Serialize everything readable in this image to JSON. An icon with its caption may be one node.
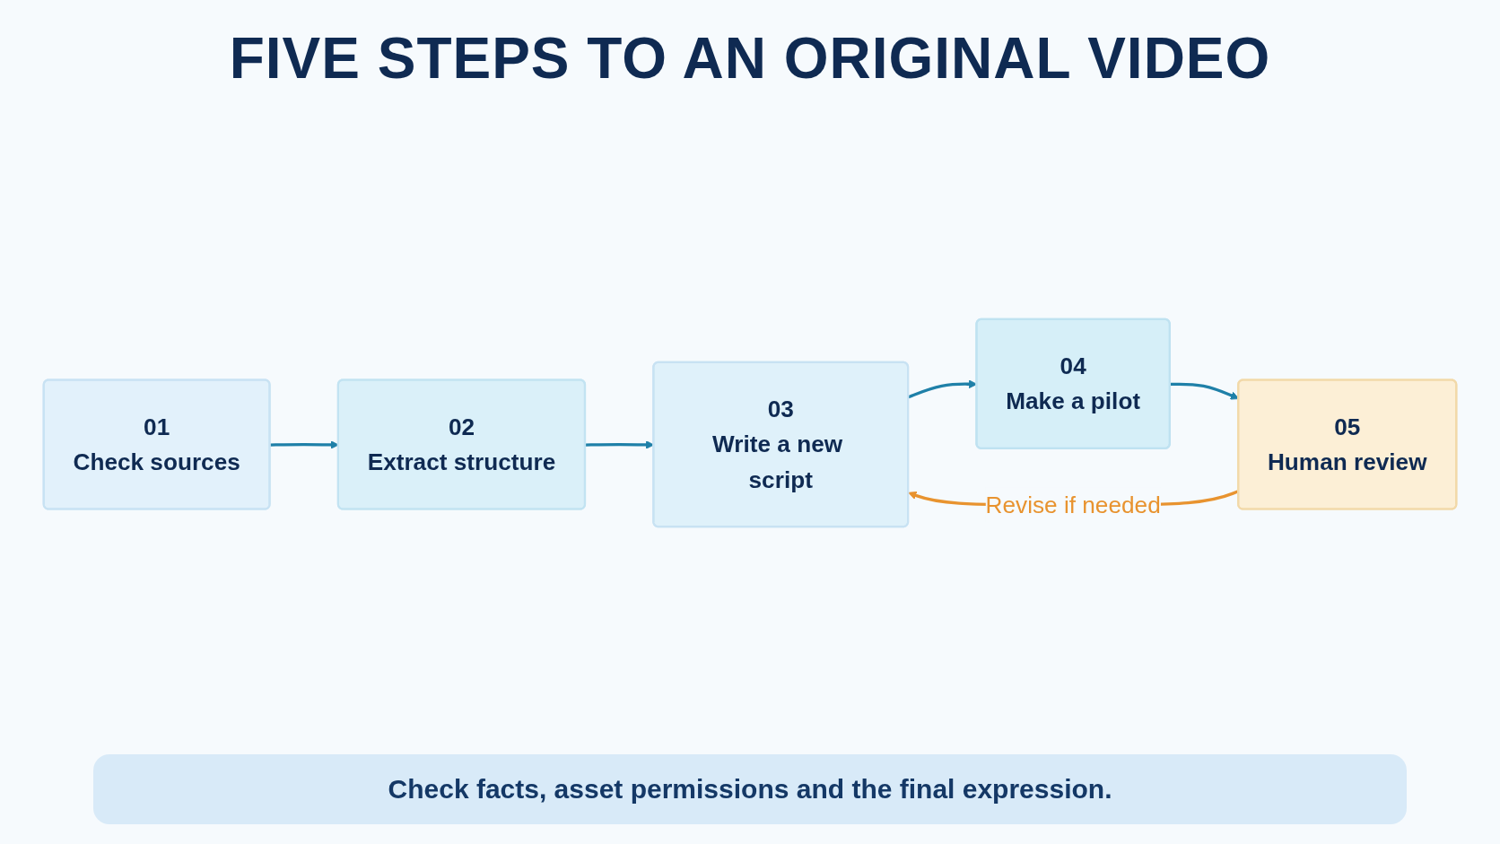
{
  "diagram": {
    "title": "FIVE STEPS TO AN ORIGINAL VIDEO",
    "nodes": [
      {
        "text": [
          "01",
          "Check sources"
        ]
      },
      {
        "text": [
          "02",
          "Extract structure"
        ]
      },
      {
        "text": [
          "03",
          "Write a new script"
        ]
      },
      {
        "text": [
          "04",
          "Make a pilot"
        ]
      },
      {
        "text": [
          "05",
          "Human review"
        ]
      }
    ],
    "edges": [
      {
        "from": 0,
        "to": 1,
        "arrow": "to"
      },
      {
        "from": 1,
        "to": 2,
        "arrow": "to"
      },
      {
        "from": 2,
        "to": 3,
        "arrow": "to"
      },
      {
        "from": 3,
        "to": 4,
        "arrow": "to"
      },
      {
        "from": 4,
        "to": 2,
        "arrow": "to",
        "label": "Revise if needed",
        "color": "#e8932f"
      }
    ],
    "caption": "Check facts, asset permissions and the final expression."
  }
}
